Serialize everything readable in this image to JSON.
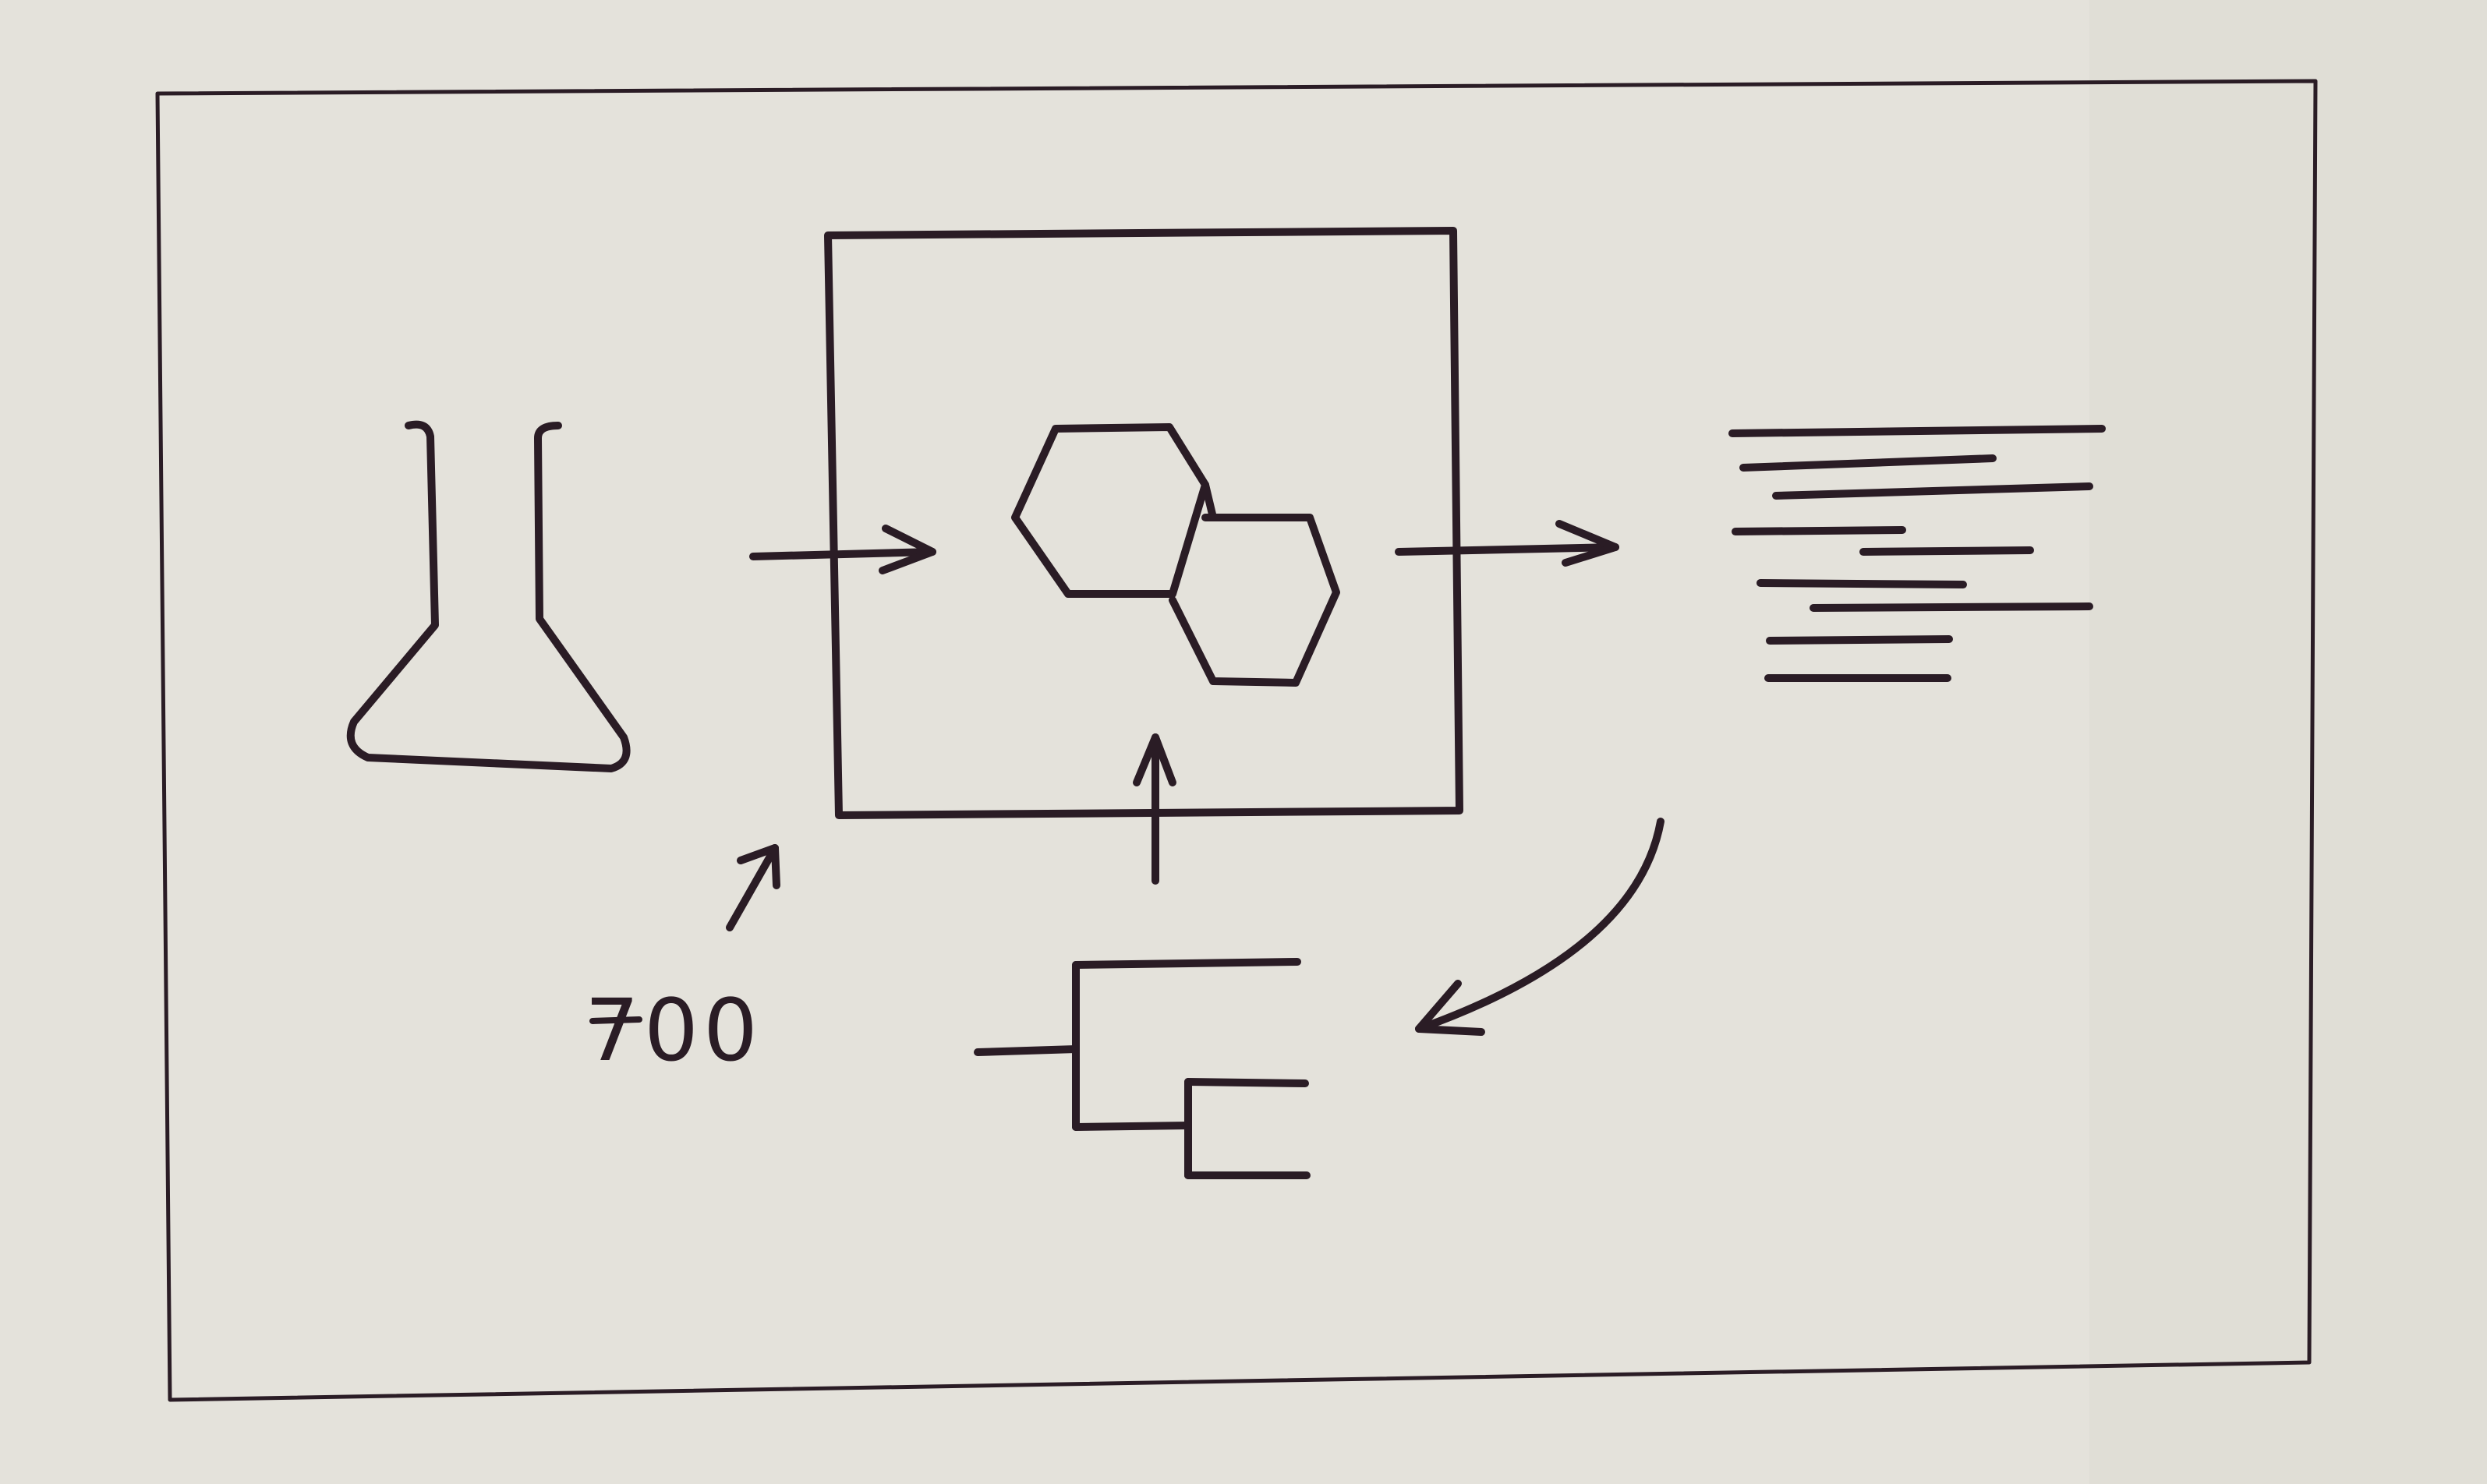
{
  "diagram": {
    "style": "hand-drawn sketch on paper",
    "colors": {
      "paper": "#e4e2db",
      "ink": "#2a1c25"
    },
    "nodes": [
      {
        "id": "flask",
        "icon": "erlenmeyer-flask-icon"
      },
      {
        "id": "molecule-box",
        "icon": "naphthalene-molecule-icon"
      },
      {
        "id": "text-output",
        "icon": "text-lines-icon"
      },
      {
        "id": "tree",
        "icon": "tree-dendrogram-icon"
      }
    ],
    "edges": [
      {
        "from": "flask",
        "to": "molecule-box"
      },
      {
        "from": "molecule-box",
        "to": "text-output"
      },
      {
        "from": "text-output",
        "to": "tree"
      },
      {
        "from": "tree",
        "to": "molecule-box"
      },
      {
        "from": "number-label",
        "to": "molecule-box"
      }
    ],
    "number_label": "700"
  }
}
